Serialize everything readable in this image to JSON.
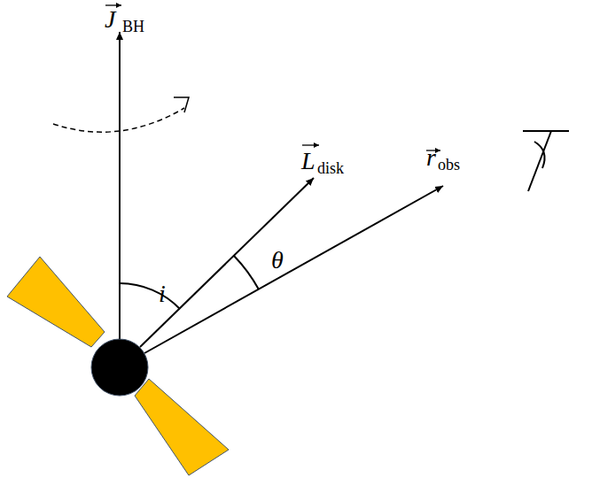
{
  "diagram": {
    "labels": [
      "J",
      "BH",
      "L",
      "disk",
      "r",
      "obs",
      "i",
      "θ"
    ]
  }
}
